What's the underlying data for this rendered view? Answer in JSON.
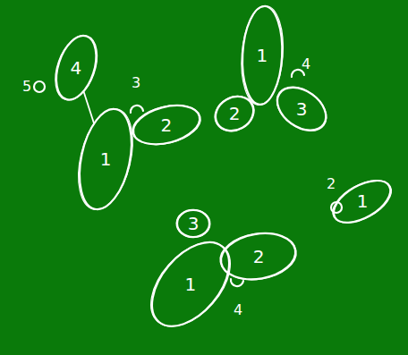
{
  "diagram": {
    "nodes": [
      {
        "text": [
          "4"
        ]
      },
      {
        "text": [
          "2"
        ]
      },
      {
        "text": [
          "1"
        ]
      },
      {
        "text": [
          "1"
        ]
      },
      {
        "text": [
          "2"
        ]
      },
      {
        "text": [
          "3"
        ]
      },
      {
        "text": [
          "1"
        ]
      },
      {
        "text": [
          "3"
        ]
      },
      {
        "text": [
          "2"
        ]
      },
      {
        "text": [
          "1"
        ]
      }
    ],
    "edges": [
      {
        "from": 0,
        "to": 2,
        "arrow": "none"
      }
    ],
    "labels": [
      "5",
      "3",
      "4",
      "2",
      "4"
    ]
  }
}
